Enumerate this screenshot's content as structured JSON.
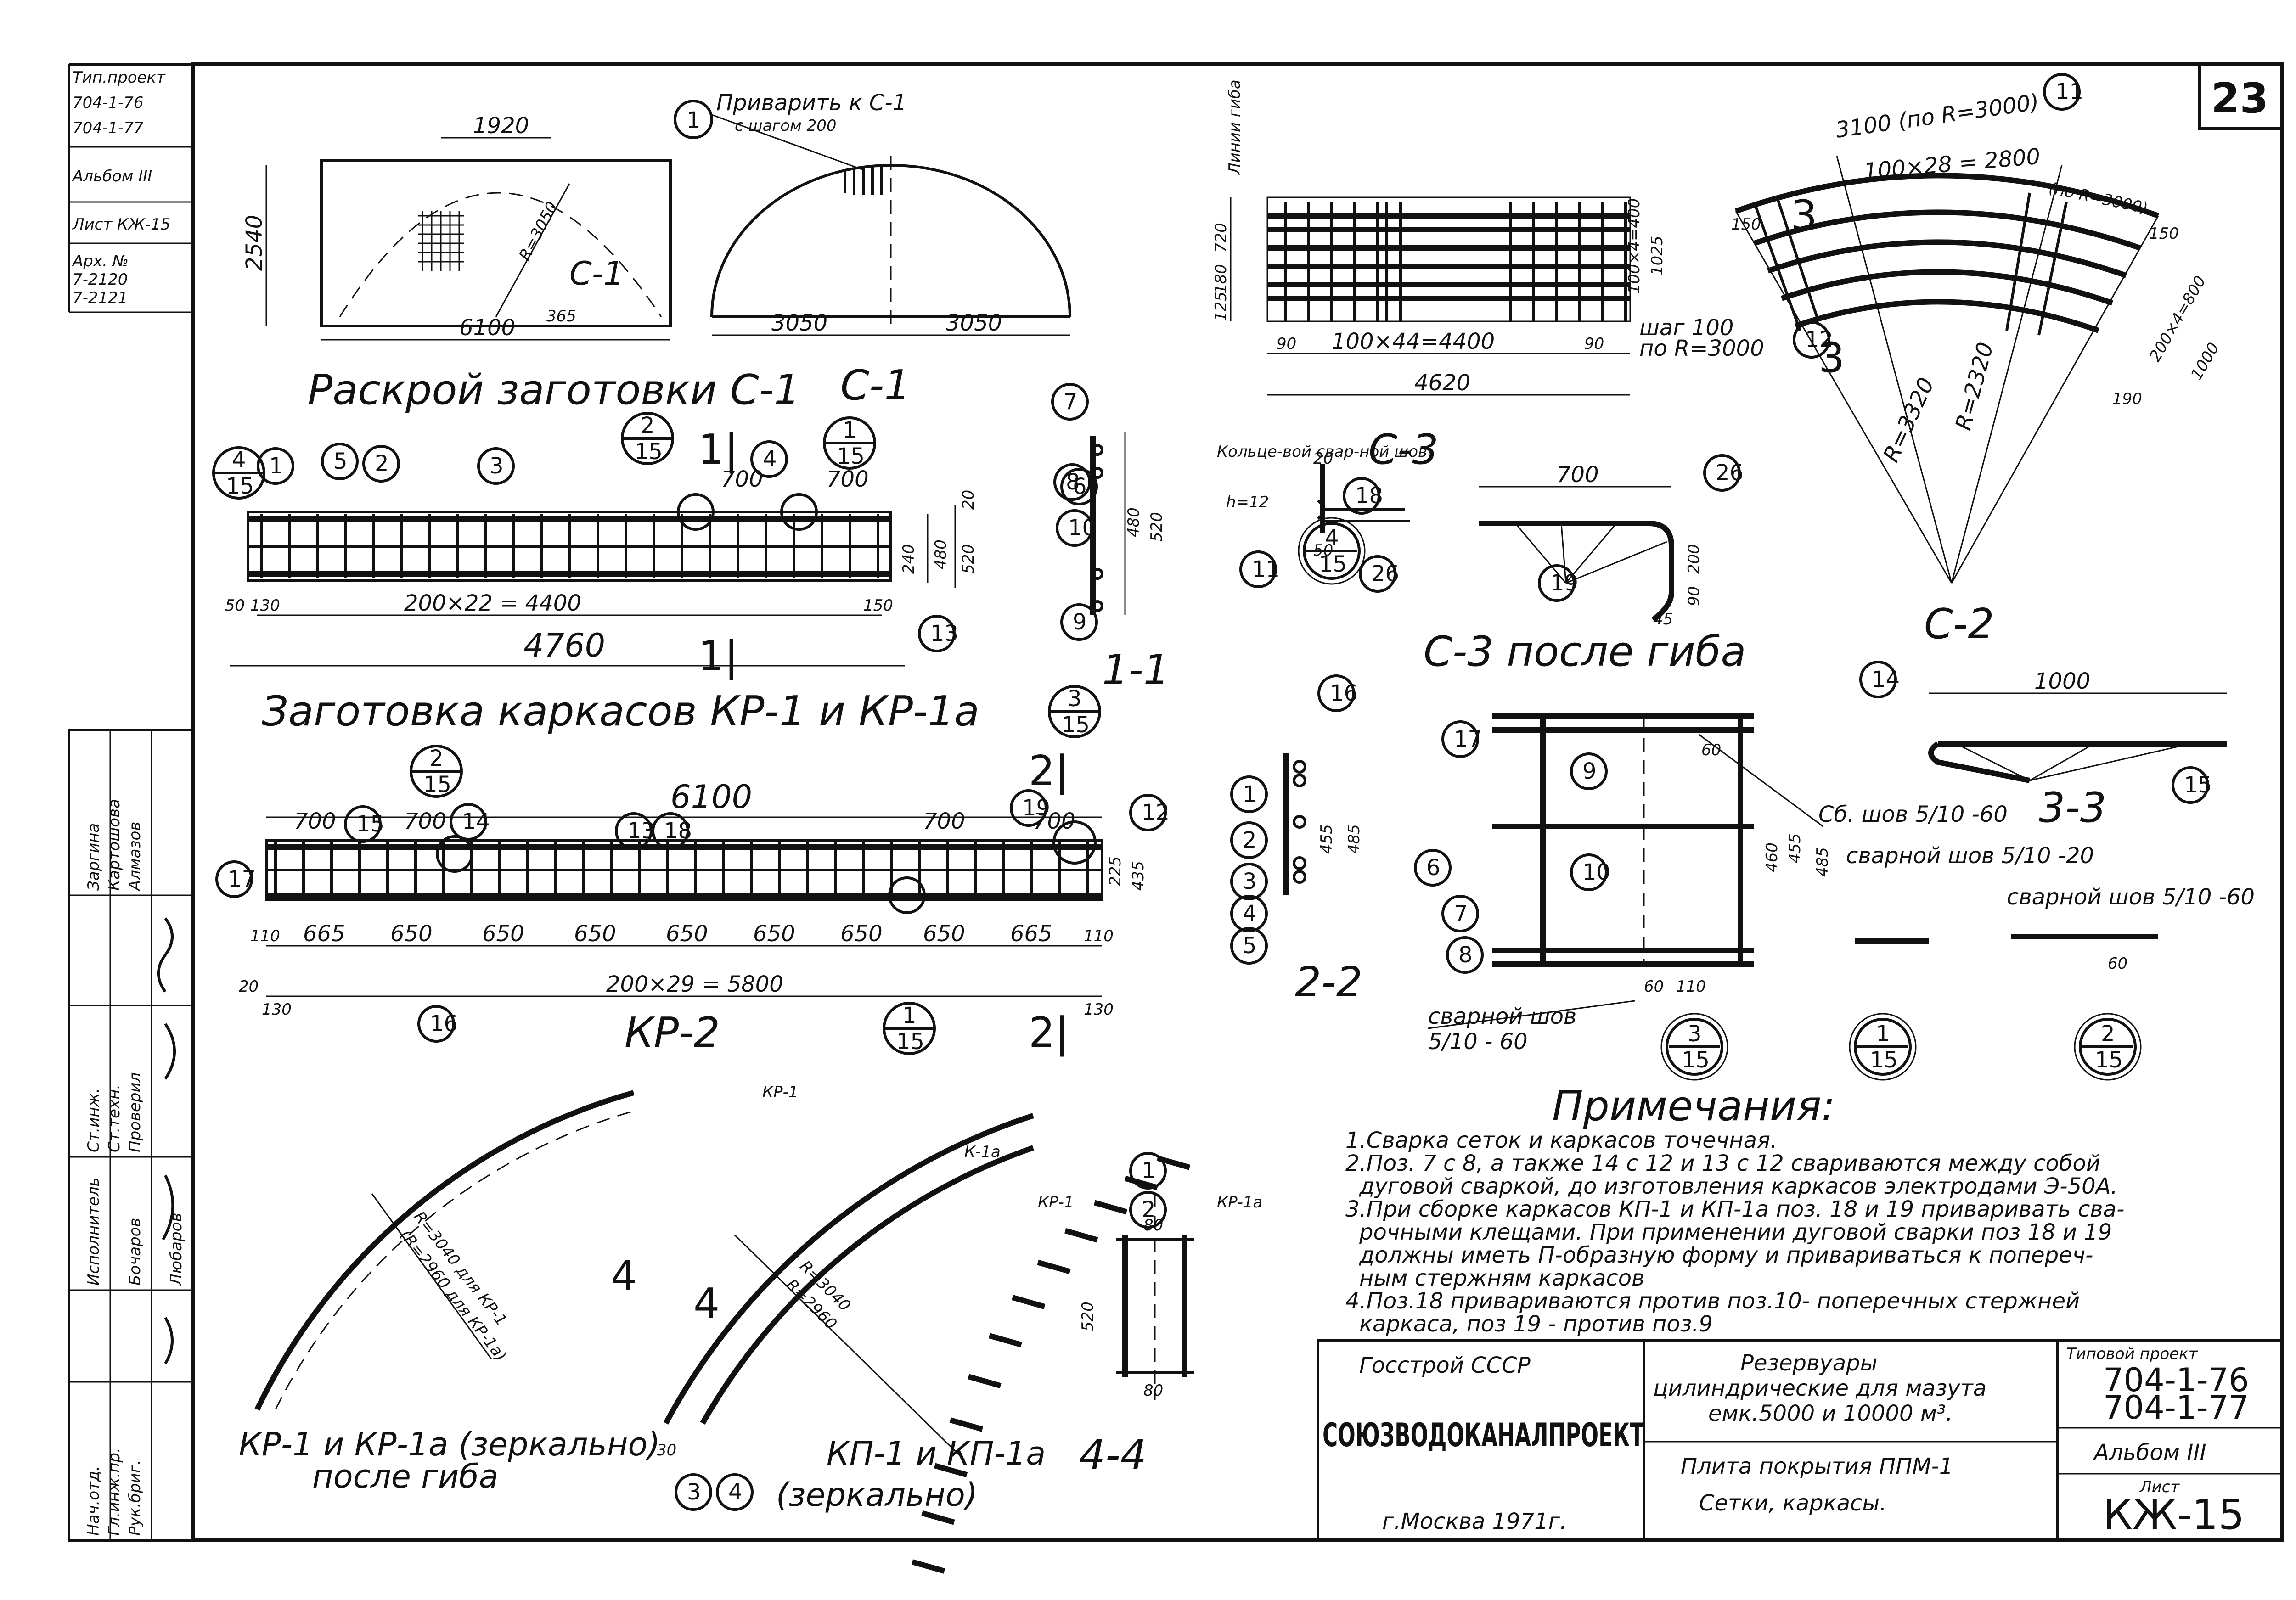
{
  "sheet": {
    "number": "23",
    "left_stamp": [
      "Тип.проект",
      "704-1-76",
      "704-1-77",
      "Альбом III",
      "Лист КЖ-15",
      "Арх. №",
      "7-2120",
      "7-2121"
    ],
    "signatures": {
      "roles": [
        "Нач.отд.",
        "Гл.инж.пр.",
        "Рук.бриг.",
        "Исполнитель",
        "Ст.инж.",
        "Ст.техн.",
        "Проверил"
      ],
      "names": [
        "Заргина",
        "Картошова",
        "Алмазов",
        "Бочаров",
        "Любаров"
      ]
    }
  },
  "titles": {
    "raskroy": "Раскрой заготовки С-1",
    "c1": "С-1",
    "zagotovka": "Заготовка каркасов КР-1 и КР-1а",
    "kr2": "КР-2",
    "kr1_after": "КР-1 и КР-1а (зеркально)",
    "kr1_after_2": "после гиба",
    "kp1": "КП-1 и КП-1а",
    "kp1_2": "(зеркально)",
    "c3": "С-3",
    "c3_after": "С-3 после гиба",
    "c2": "С-2",
    "s11": "1-1",
    "s22": "2-2",
    "s33": "3-3",
    "s44": "4-4"
  },
  "labels": {
    "privarit": "Приварить к С-1",
    "s_shagom": "с шагом 200",
    "linia_giba": "Линии гиба",
    "shag100": "шаг 100",
    "po_r3000": "по R=3000",
    "koltsevoy": "Кольце-вой свар-ной шов",
    "h12": "h=12",
    "sv_shov": "Сб. шов 5/10 -60",
    "svarnoy_shov_20": "сварной шов 5/10 -20",
    "svarnoy_shov_60": "сварной шов 5/10 -60",
    "svarnoy_shov_b": "сварной шов",
    "svarnoy_shov_b2": "5/10 - 60",
    "kr1": "КР-1",
    "k1a": "К-1а",
    "kr1a": "КР-1а"
  },
  "dims": {
    "d1920": "1920",
    "d2540": "2540",
    "d6100": "6100",
    "r3050": "R=3050",
    "d365": "365",
    "d3050a": "3050",
    "d3050b": "3050",
    "d700a": "700",
    "d700b": "700",
    "d200x22": "200×22 = 4400",
    "d4760": "4760",
    "d50": "50",
    "d130": "130",
    "d150": "150",
    "d20": "20",
    "d240": "240",
    "d480": "480",
    "d520": "520",
    "kr2_6100": "6100",
    "kr2_700a": "700",
    "kr2_700b": "700",
    "kr2_700c": "700",
    "kr2_700d": "700",
    "d665a": "665",
    "d650": "650",
    "d665b": "665",
    "d110": "110",
    "d200x29": "200×29 = 5800",
    "d225": "225",
    "d435": "435",
    "c3_720": "720",
    "c3_1025": "1025",
    "c3_100x4": "100×4=400",
    "c3_100x44": "100×44=4400",
    "c3_4620": "4620",
    "c3_90": "90",
    "c3_180": "180",
    "c3_125": "125",
    "c2_3100": "3100 (по R=3000)",
    "c2_100x28": "100×28 = 2800",
    "c2_po": "(по R=3000)",
    "c2_r3320": "R=3320",
    "c2_r2320": "R=2320",
    "c2_1000": "1000",
    "c2_200x4": "200×4=800",
    "c2_150": "150",
    "c2_190": "190",
    "kr1_r3040": "R=3040 для КР-1",
    "kr1_r2960": "(R=2960 для КР-1а)",
    "kp1_r3040": "R=3040",
    "kp1_r2960": "R=2960",
    "s44_80a": "80",
    "s44_80b": "80",
    "s44_520": "520",
    "s44_30": "30",
    "s22_455": "455",
    "s22_485": "485",
    "s22_460": "460",
    "s22_60": "60",
    "s22_110": "110",
    "s33_1000": "1000",
    "c3a_700": "700",
    "c3a_200": "200",
    "c3a_90": "90",
    "c3a_45": "45"
  },
  "callouts": [
    "1",
    "2",
    "3",
    "4",
    "5",
    "6",
    "7",
    "8",
    "9",
    "10",
    "11",
    "12",
    "13",
    "14",
    "15",
    "16",
    "17",
    "18",
    "19",
    "26"
  ],
  "section_marks": {
    "m4_15": [
      "4",
      "15"
    ],
    "m2_15": [
      "2",
      "15"
    ],
    "m1_15": [
      "1",
      "15"
    ],
    "m3_15": [
      "3",
      "15"
    ]
  },
  "notes": {
    "heading": "Примечания:",
    "items": [
      "1.Сварка сеток и каркасов точечная.",
      "2.Поз. 7 с 8, а также 14 с 12 и 13 с 12 свариваются между собой",
      "дуговой сваркой, до изготовления каркасов электродами Э-50А.",
      "3.При сборке каркасов КП-1 и КП-1а поз. 18 и 19 приваривать сва-",
      "рочными клещами. При применении дуговой сварки поз 18 и 19",
      "должны иметь П-образную форму и привариваться к попереч-",
      "ным стержням каркасов",
      "4.Поз.18 привариваются против поз.10- поперечных стержней",
      "каркаса, поз 19 - против поз.9"
    ]
  },
  "title_block": {
    "org": "Госстрой СССР",
    "institute": "СОЮЗВОДОКАНАЛПРОЕКТ",
    "city": "г.Москва 1971г.",
    "desc": [
      "Резервуары",
      "цилиндрические для мазута",
      "емк.5000 и 10000 м³."
    ],
    "desc2": [
      "Плита покрытия ППМ-1",
      "Сетки, каркасы."
    ],
    "tip_proekt_label": "Типовой проект",
    "tip_proekt": [
      "704-1-76",
      "704-1-77"
    ],
    "album": "Альбом III",
    "list_label": "Лист",
    "list": "КЖ-15"
  }
}
